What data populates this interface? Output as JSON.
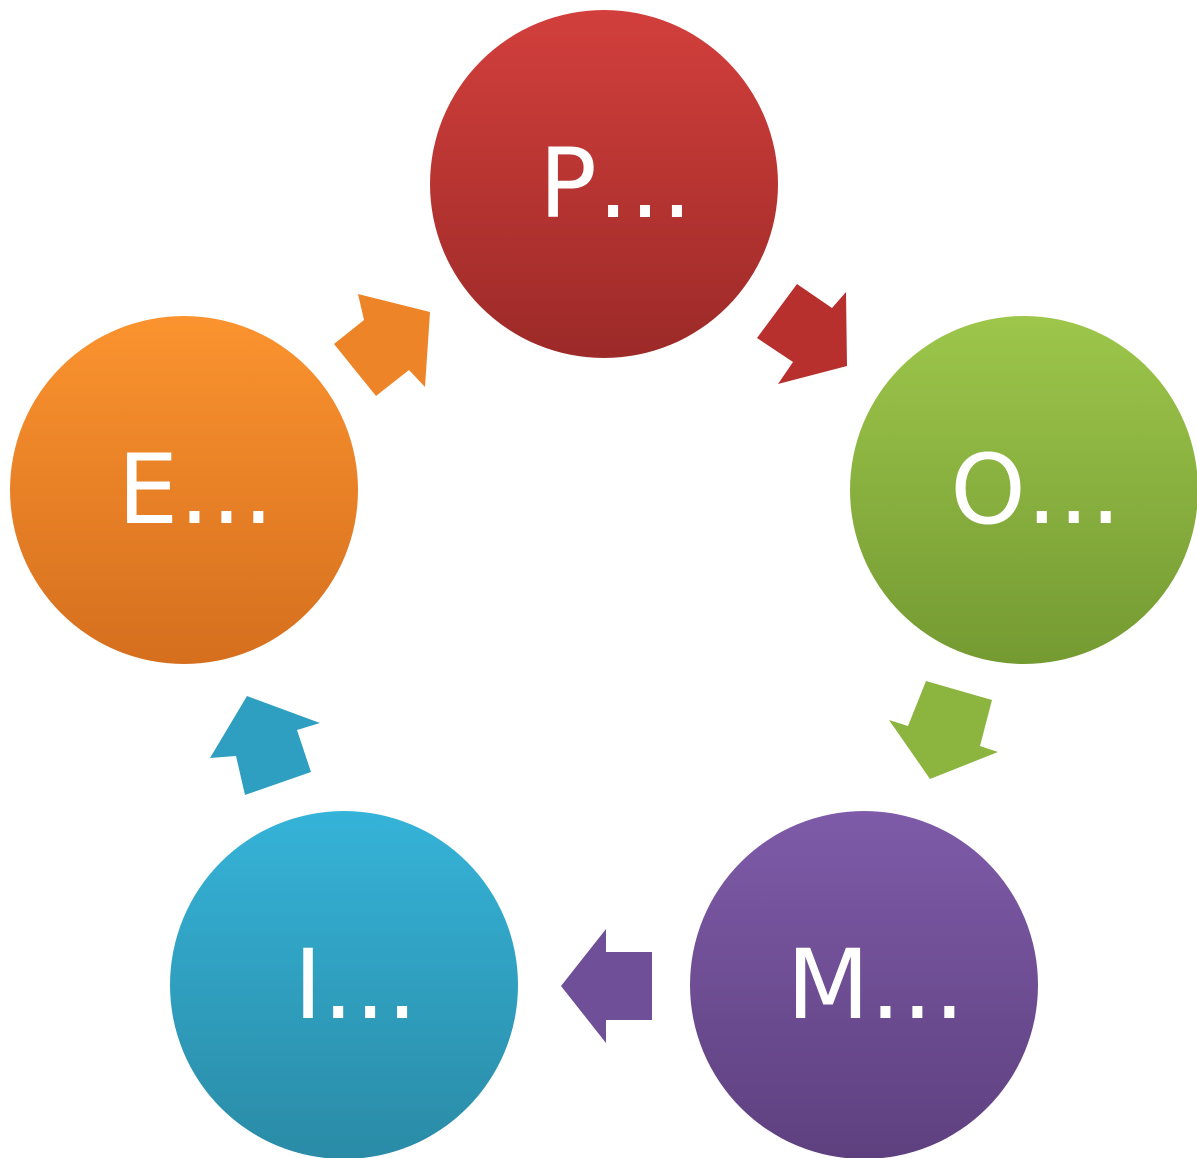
{
  "diagram": {
    "type": "cycle",
    "nodes": [
      {
        "id": "p",
        "label": "P…",
        "color_top": "#D23F3C",
        "color_bottom": "#9C2A28"
      },
      {
        "id": "o",
        "label": "O…",
        "color_top": "#9DC64B",
        "color_bottom": "#749A32"
      },
      {
        "id": "m",
        "label": "M…",
        "color_top": "#7E5BA8",
        "color_bottom": "#5E407F"
      },
      {
        "id": "i",
        "label": "I…",
        "color_top": "#35B3D8",
        "color_bottom": "#2A8BA6"
      },
      {
        "id": "e",
        "label": "E…",
        "color_top": "#FB932F",
        "color_bottom": "#D56F1E"
      }
    ],
    "edges": [
      {
        "from": "p",
        "to": "o"
      },
      {
        "from": "o",
        "to": "m"
      },
      {
        "from": "m",
        "to": "i"
      },
      {
        "from": "i",
        "to": "e"
      },
      {
        "from": "e",
        "to": "p"
      }
    ]
  }
}
